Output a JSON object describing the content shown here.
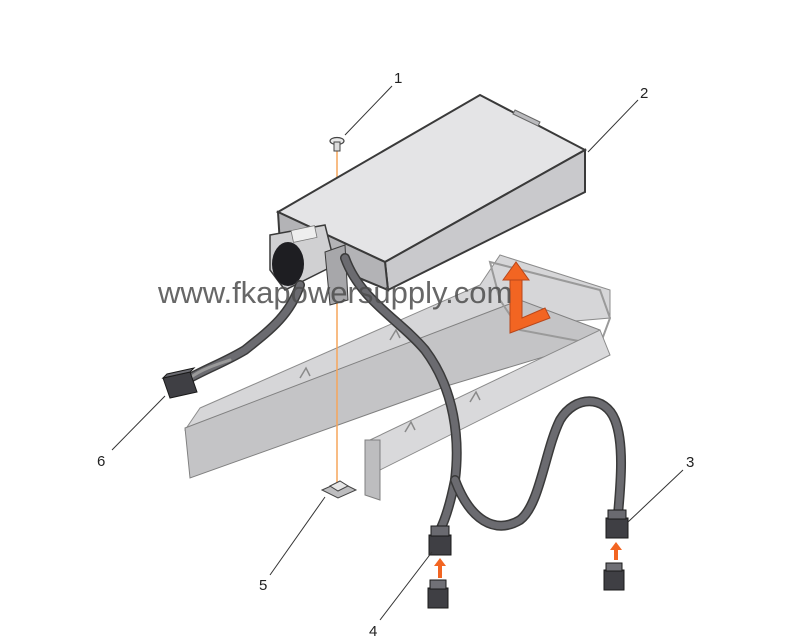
{
  "figure": {
    "callouts": [
      "1",
      "2",
      "3",
      "4",
      "5",
      "6"
    ],
    "watermark": "www.fkapowersupply.com"
  },
  "colors": {
    "psu_top": "#e4e4e6",
    "psu_side": "#c9c9cc",
    "psu_outline": "#3a3a3a",
    "cable": "#5e5e62",
    "tray": "#cfcfd1",
    "connector": "#3f3f44",
    "arrow": "#f26522",
    "guide_line": "#f5a55c"
  },
  "icons": [
    "screw-icon",
    "power-supply-unit",
    "cable-connector-icon",
    "lift-arrow-icon"
  ]
}
